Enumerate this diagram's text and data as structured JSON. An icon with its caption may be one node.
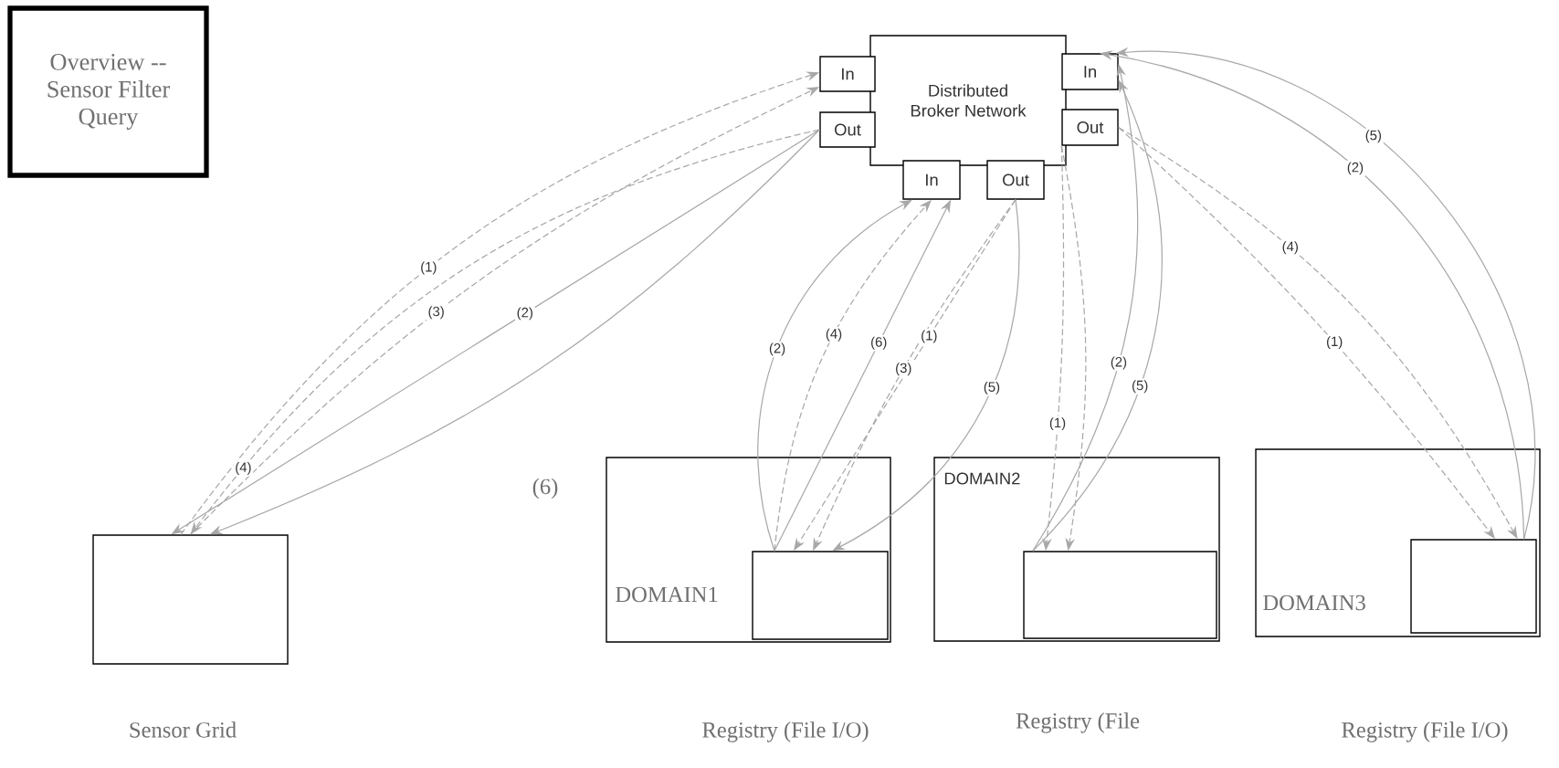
{
  "diagram": {
    "nodes": [
      {
        "text": [
          "Overview -- Sensor Filter Query"
        ]
      },
      {
        "text": [
          "Distributed Broker Network"
        ]
      },
      {
        "text": [
          "In"
        ]
      },
      {
        "text": [
          "Out"
        ]
      },
      {
        "text": [
          "In"
        ]
      },
      {
        "text": [
          "Out"
        ]
      },
      {
        "text": [
          "In"
        ]
      },
      {
        "text": [
          "Out"
        ]
      },
      {
        "text": [],
        "shape": "box"
      },
      {
        "text": [
          "DOMAIN1"
        ]
      },
      {
        "text": [],
        "shape": "box",
        "in": 9
      },
      {
        "text": [
          "DOMAIN2"
        ]
      },
      {
        "text": [],
        "shape": "box",
        "in": 11
      },
      {
        "text": [
          "DOMAIN3"
        ]
      },
      {
        "text": [],
        "shape": "box",
        "in": 13
      }
    ],
    "edges": [
      {
        "from": 8,
        "to": 2,
        "arrow": "to",
        "style": "dashed",
        "label": "(1)"
      },
      {
        "from": 8,
        "to": 2,
        "arrow": "to",
        "style": "dashed",
        "label": "(3)"
      },
      {
        "from": 3,
        "to": 8,
        "arrow": "to",
        "label": "(2)"
      },
      {
        "from": 3,
        "to": 8,
        "arrow": "to",
        "style": "dashed",
        "label": "(4)"
      },
      {
        "from": 3,
        "to": 8,
        "arrow": "to"
      },
      {
        "from": 10,
        "to": 6,
        "arrow": "to",
        "label": "(2)"
      },
      {
        "from": 10,
        "to": 6,
        "arrow": "to",
        "style": "dashed",
        "label": "(4)"
      },
      {
        "from": 10,
        "to": 6,
        "arrow": "to",
        "label": "(6)"
      },
      {
        "from": 7,
        "to": 10,
        "arrow": "to",
        "style": "dashed",
        "label": "(1)"
      },
      {
        "from": 7,
        "to": 10,
        "arrow": "to",
        "style": "dashed",
        "label": "(3)"
      },
      {
        "from": 7,
        "to": 10,
        "arrow": "to",
        "label": "(5)"
      },
      {
        "from": 12,
        "to": 4,
        "arrow": "to",
        "label": "(2)"
      },
      {
        "from": 12,
        "to": 4,
        "arrow": "to",
        "label": "(5)"
      },
      {
        "from": 5,
        "to": 12,
        "arrow": "to",
        "style": "dashed",
        "label": "(1)"
      },
      {
        "from": 5,
        "to": 12,
        "arrow": "to",
        "style": "dashed"
      },
      {
        "from": 14,
        "to": 4,
        "arrow": "to",
        "label": "(2)"
      },
      {
        "from": 14,
        "to": 4,
        "arrow": "to",
        "label": "(5)"
      },
      {
        "from": 5,
        "to": 14,
        "arrow": "to",
        "style": "dashed",
        "label": "(4)"
      },
      {
        "from": 5,
        "to": 14,
        "arrow": "to",
        "style": "dashed",
        "label": "(1)"
      }
    ],
    "labels": [
      "(6)",
      "Sensor Grid",
      "Registry (File I/O)",
      "Registry (File",
      "Registry (File I/O)"
    ]
  }
}
